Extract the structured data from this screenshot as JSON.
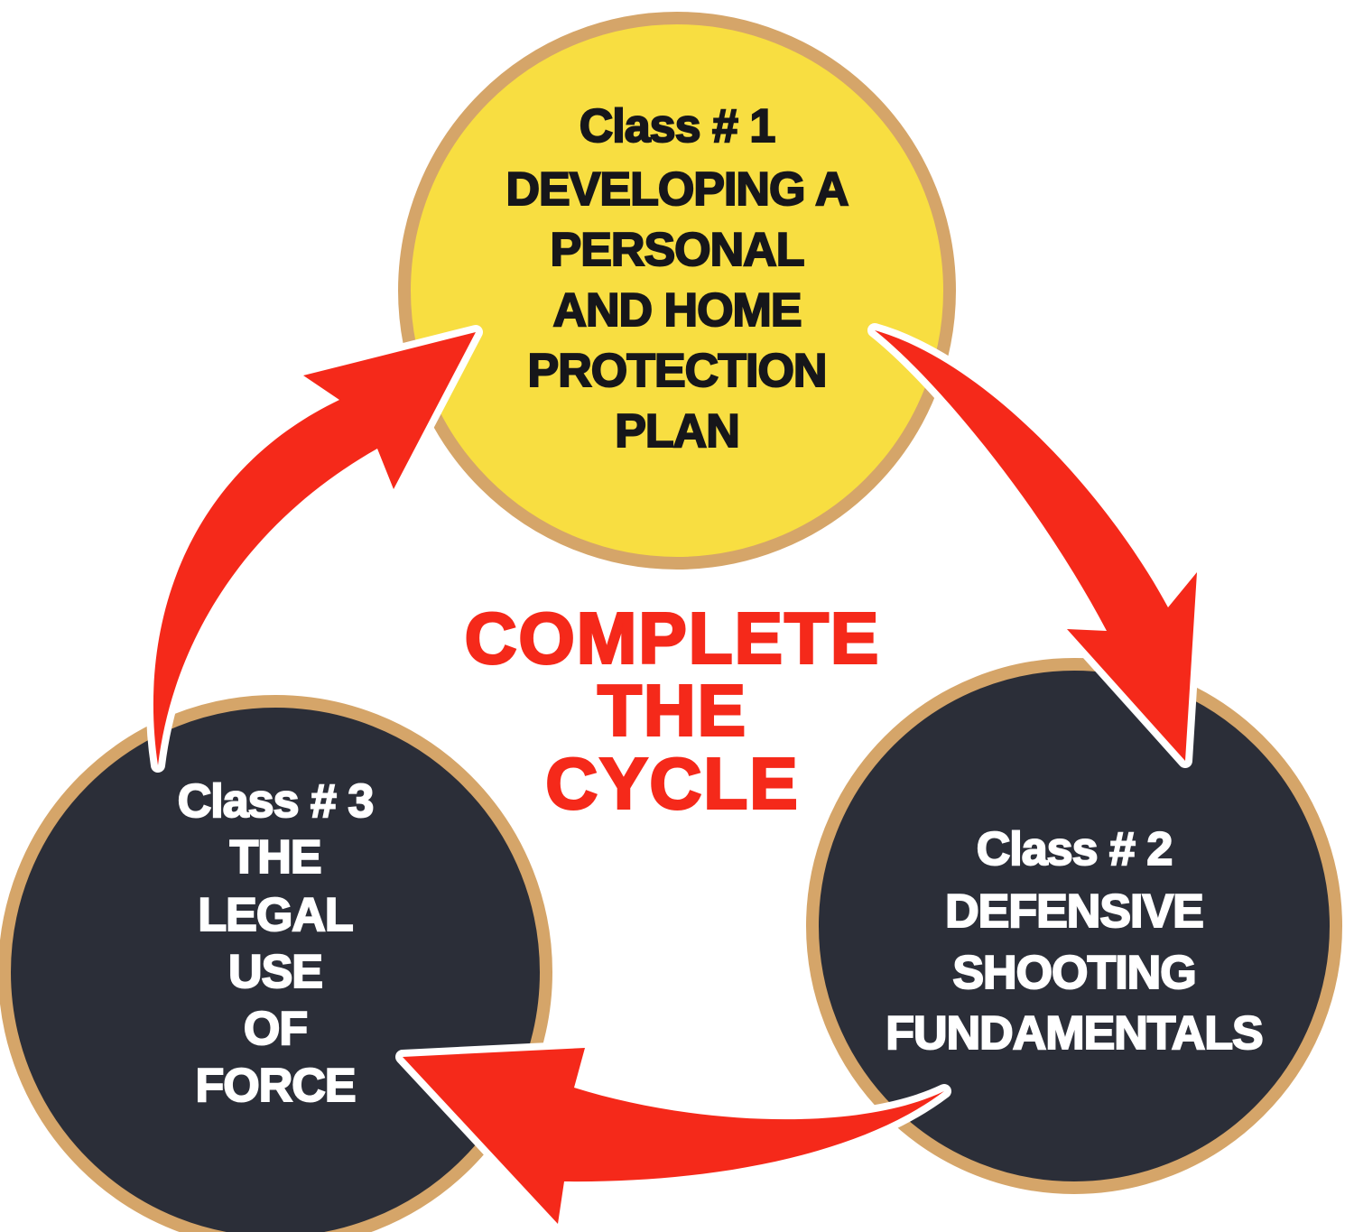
{
  "colors": {
    "background": "#FFFFFF",
    "circle_yellow": "#F8DE41",
    "circle_dark": "#2B2E38",
    "circle_border_tan": "#D5A569",
    "arrow_red": "#F5291A",
    "arrow_outline_white": "#FFFFFF",
    "text_on_yellow": "#16161A",
    "text_on_dark": "#FFFFFF",
    "center_text_red": "#F5291A"
  },
  "center_text": {
    "lines": [
      "COMPLETE",
      "THE",
      "CYCLE"
    ]
  },
  "classes": [
    {
      "id": "class-1",
      "lines": [
        "Class # 1",
        "DEVELOPING A",
        "PERSONAL",
        "AND HOME",
        "PROTECTION",
        "PLAN"
      ]
    },
    {
      "id": "class-2",
      "lines": [
        "Class # 2",
        "DEFENSIVE",
        "SHOOTING",
        "FUNDAMENTALS"
      ]
    },
    {
      "id": "class-3",
      "lines": [
        "Class # 3",
        "THE",
        "LEGAL",
        "USE",
        "OF",
        "FORCE"
      ]
    }
  ],
  "arrows": [
    {
      "from": "class-3",
      "to": "class-1"
    },
    {
      "from": "class-1",
      "to": "class-2"
    },
    {
      "from": "class-2",
      "to": "class-3"
    }
  ]
}
